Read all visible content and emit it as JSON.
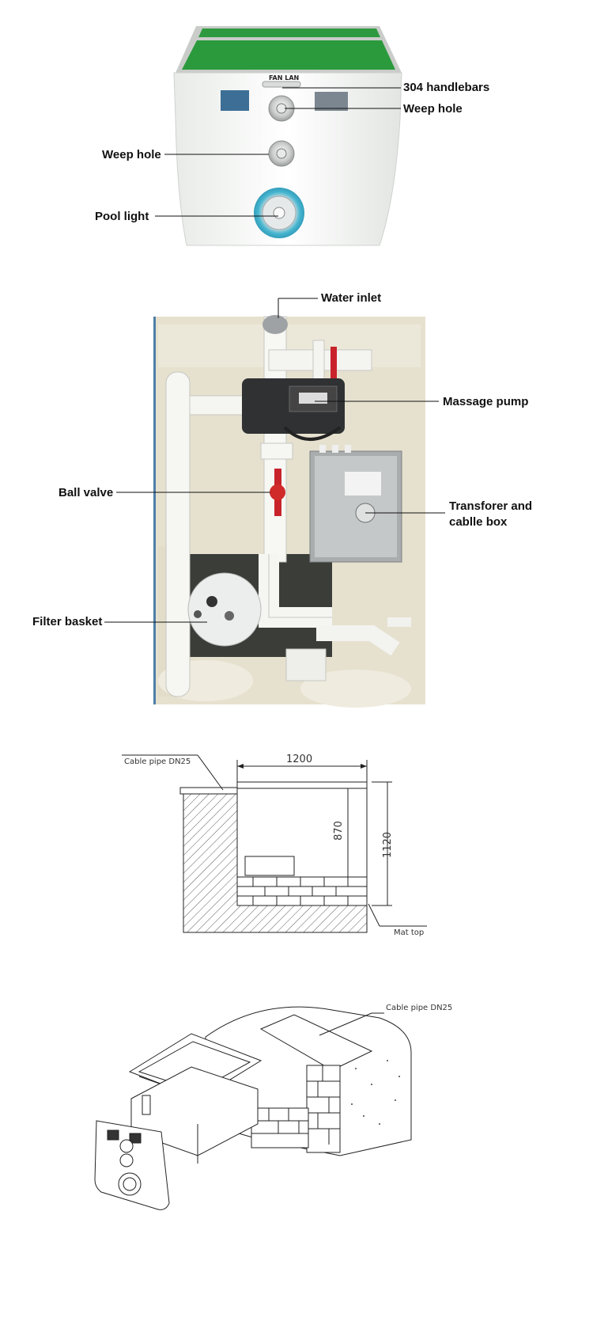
{
  "cabinet": {
    "brand": "FAN LAN",
    "labels": {
      "handlebars": "304 handlebars",
      "weep_hole_right": "Weep hole",
      "weep_hole_left": "Weep hole",
      "pool_light": "Pool light"
    }
  },
  "interior": {
    "labels": {
      "water_inlet": "Water inlet",
      "massage_pump": "Massage pump",
      "ball_valve": "Ball valve",
      "transformer_line1": "Transforer and",
      "transformer_line2": "cablle box",
      "filter_basket": "Filter basket"
    }
  },
  "section_drawing": {
    "cable_pipe": "Cable pipe DN25",
    "width_dim": "1200",
    "inner_height_dim": "870",
    "total_height_dim": "1120",
    "mat_top": "Mat top"
  },
  "isometric_drawing": {
    "cable_pipe": "Cable pipe DN25"
  },
  "colors": {
    "lid_green": "#2e9a3f",
    "body_white": "#f3f5f3",
    "interior_cream": "#e9e4d2",
    "valve_red": "#cc2020",
    "light_ring": "#46b6d0"
  }
}
